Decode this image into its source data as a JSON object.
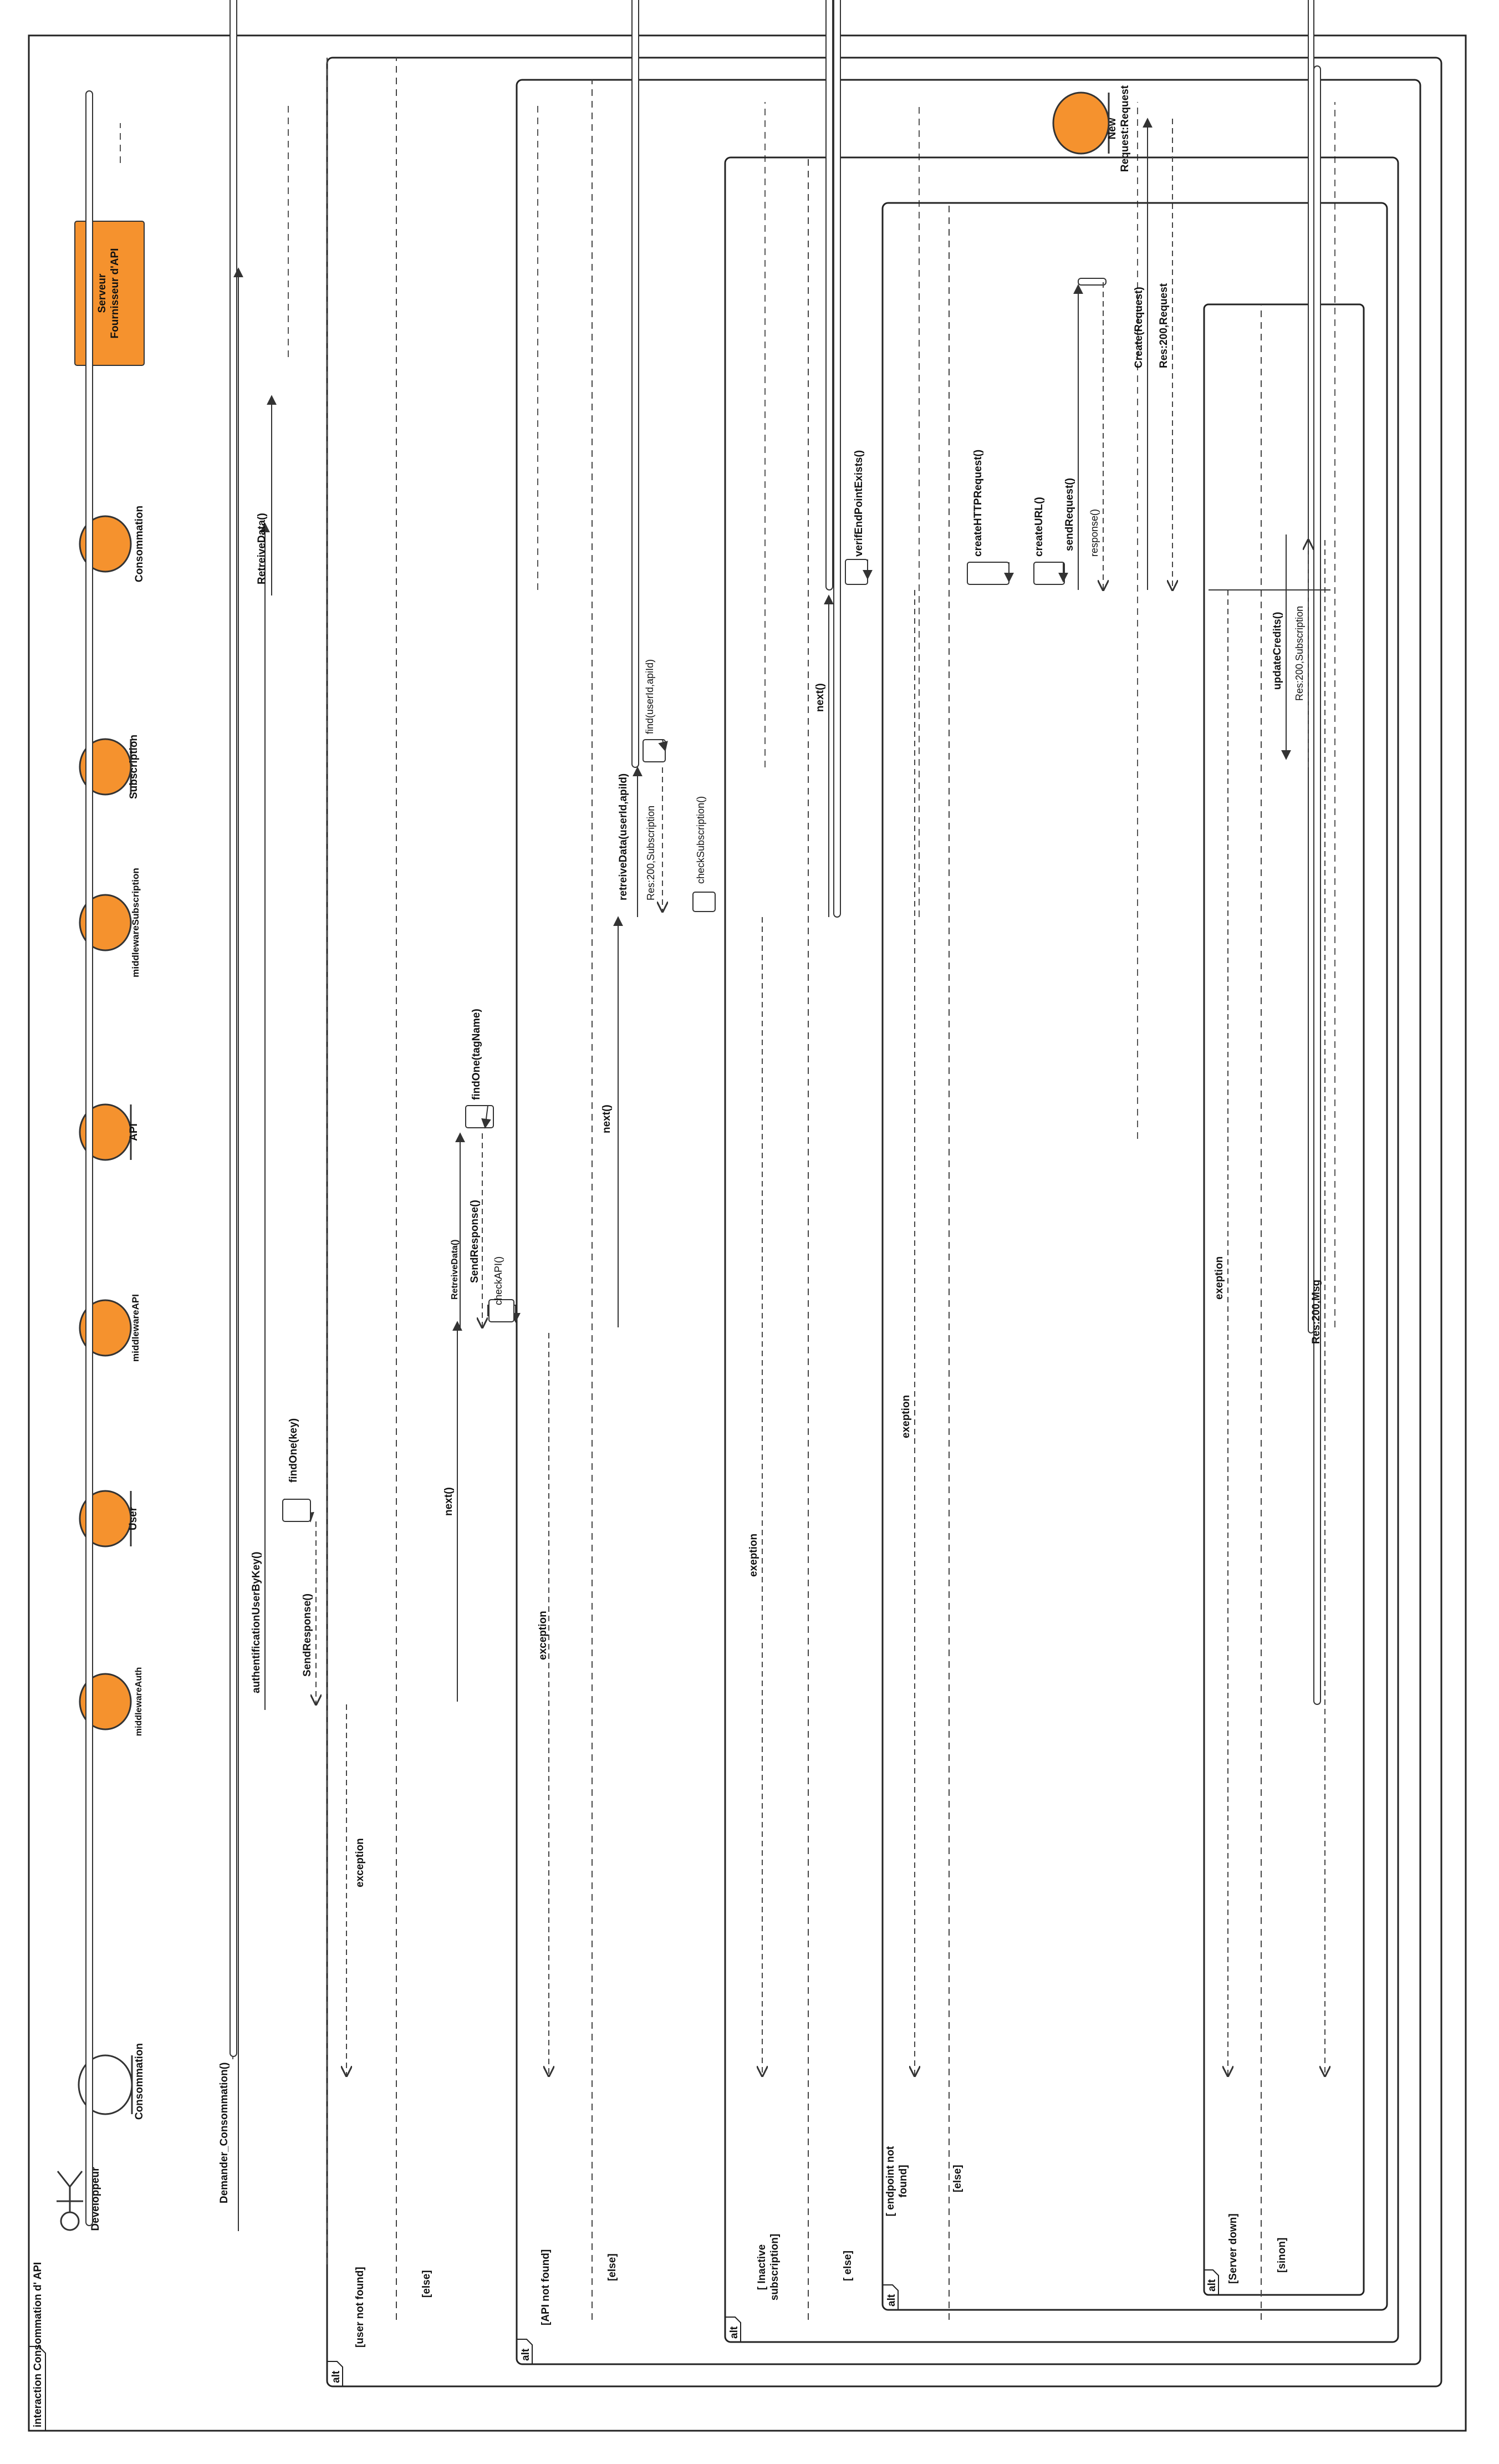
{
  "diagram_title": "interaction Consommation d' API",
  "participants": {
    "developpeur": "Developpeur",
    "consommation_ui": "Consommation",
    "middleware_auth": "middlewareAuth",
    "user": "User",
    "middleware_api": "middlewareAPI",
    "api": "API",
    "middleware_subscription": "middlewareSubscription",
    "subscription": "Subscription",
    "consommation": "Consommation",
    "serveur": "Serveur\nFournisseur d'API",
    "request": "New\nRequest:Request"
  },
  "messages": {
    "demander": "Demander_Consommation()",
    "authentification": "authentificationUserByKey()",
    "retreive_user": "RetreiveData()",
    "find_one_key": "findOne(key)",
    "send_response_user": "SendResponse()",
    "next_auth": "next()",
    "exception_auth": "exception",
    "check_api": "checkAPI()",
    "retreive_api": "RetreiveData()",
    "find_one_tag": "findOne(tagName)",
    "send_response_api": "SendResponse()",
    "next_api": "next()",
    "exception_api": "exception",
    "retreive_subscription": "retreiveData(userId,apiId)",
    "find_subscription": "find(userId,apiId)",
    "res_subscription": "Res:200,Subscription",
    "check_subscription": "checkSubscription()",
    "next_subscription": "next()",
    "exception_subscription": "exeption",
    "verif_endpoint": "verifEndPointExists()",
    "create_http": "createHTTPRequest()",
    "create_url": "createURL()",
    "send_request": "sendRequest()",
    "response": "response()",
    "create_request": "Create(Request)",
    "res_request": "Res:200,Request",
    "update_credits": "updateCredits()",
    "res_subscription_2": "Res:200,Subscription",
    "exception_endpoint": "exeption",
    "exception_server": "exeption",
    "res_msg": "Res:200,Msg"
  },
  "fragments": {
    "alt_label": "alt",
    "f1_guard1": "[user not found]",
    "f1_guard2": "[else]",
    "f2_guard1": "[API  not found]",
    "f2_guard2": "[else]",
    "f3_guard1": "[ Inactive\nsubscription]",
    "f3_guard2": "[ else]",
    "f4_guard1": "[  endpoint not\nfound]",
    "f4_guard2": "[else]",
    "f5_guard1": "[Server down]",
    "f5_guard2": "[sinon]"
  },
  "colors": {
    "object_fill": "#f5922e",
    "line": "#333333"
  }
}
